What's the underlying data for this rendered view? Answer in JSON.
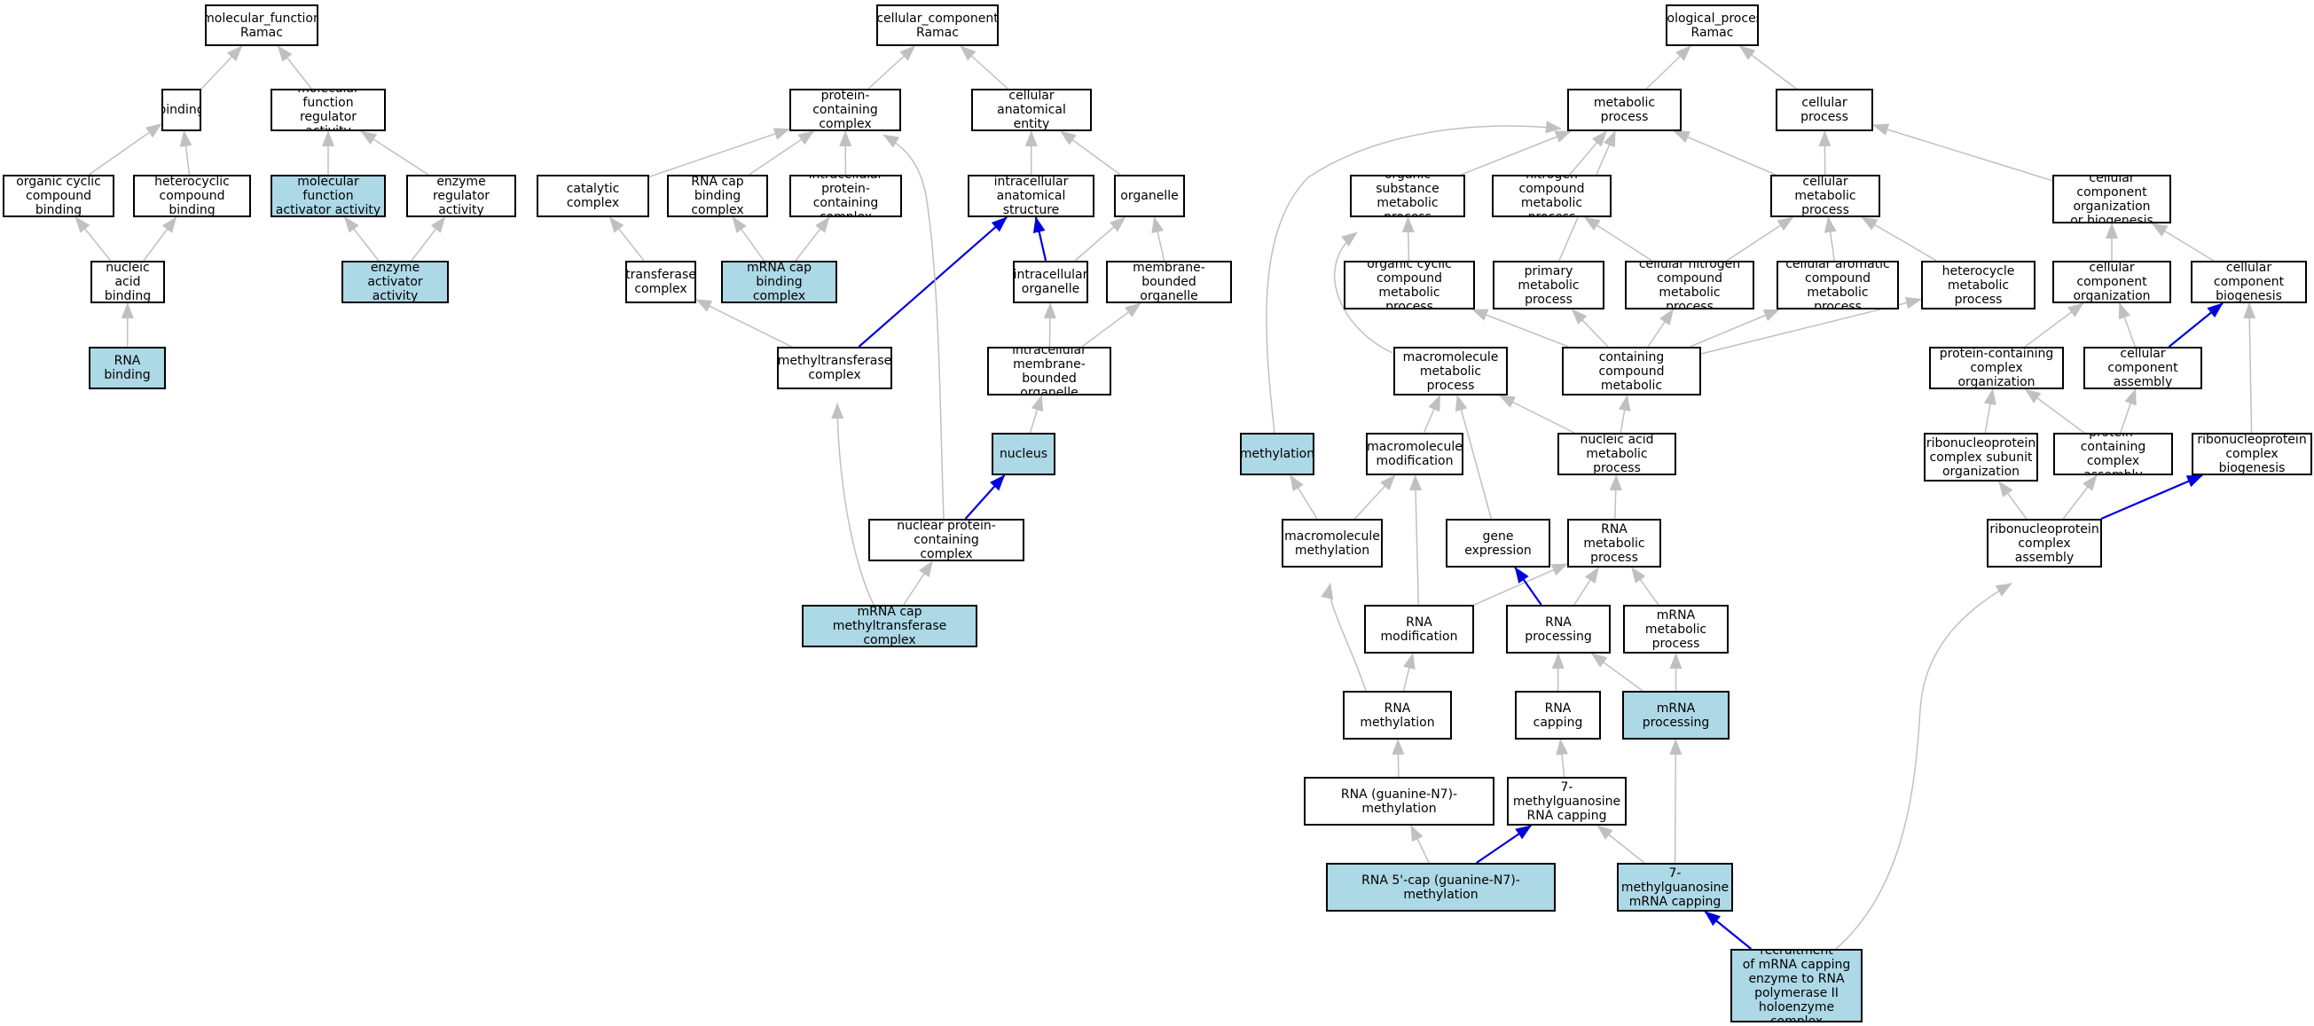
{
  "colors": {
    "highlight": "#add8e6",
    "edge_default": "#c0c0c0",
    "edge_blue": "#0000dd",
    "border": "#000000"
  },
  "nodes": [
    {
      "id": "mf_root",
      "label": "molecular_function\nRamac",
      "hl": false
    },
    {
      "id": "binding",
      "label": "binding",
      "hl": false
    },
    {
      "id": "mf_reg",
      "label": "molecular function\nregulator activity",
      "hl": false
    },
    {
      "id": "org_cyc_bind",
      "label": "organic cyclic\ncompound binding",
      "hl": false
    },
    {
      "id": "het_bind",
      "label": "heterocyclic\ncompound binding",
      "hl": false
    },
    {
      "id": "mf_act",
      "label": "molecular function\nactivator activity",
      "hl": true
    },
    {
      "id": "enz_reg",
      "label": "enzyme regulator\nactivity",
      "hl": false
    },
    {
      "id": "na_bind",
      "label": "nucleic acid\nbinding",
      "hl": false
    },
    {
      "id": "enz_act",
      "label": "enzyme activator\nactivity",
      "hl": true
    },
    {
      "id": "rna_bind",
      "label": "RNA binding",
      "hl": true
    },
    {
      "id": "cc_root",
      "label": "cellular_component\nRamac",
      "hl": false
    },
    {
      "id": "pcc",
      "label": "protein-containing\ncomplex",
      "hl": false
    },
    {
      "id": "cae",
      "label": "cellular anatomical\nentity",
      "hl": false
    },
    {
      "id": "cat_cx",
      "label": "catalytic complex",
      "hl": false
    },
    {
      "id": "rcb_cx",
      "label": "RNA cap binding\ncomplex",
      "hl": false
    },
    {
      "id": "ipcc",
      "label": "intracellular\nprotein-containing\ncomplex",
      "hl": false
    },
    {
      "id": "ias",
      "label": "intracellular\nanatomical structure",
      "hl": false
    },
    {
      "id": "organelle",
      "label": "organelle",
      "hl": false
    },
    {
      "id": "trans_cx",
      "label": "transferase\ncomplex",
      "hl": false
    },
    {
      "id": "mcb_cx",
      "label": "mRNA cap binding\ncomplex",
      "hl": true
    },
    {
      "id": "ic_org",
      "label": "intracellular\norganelle",
      "hl": false
    },
    {
      "id": "mb_org",
      "label": "membrane-bounded\norganelle",
      "hl": false
    },
    {
      "id": "mt_cx",
      "label": "methyltransferase\ncomplex",
      "hl": false
    },
    {
      "id": "imb_org",
      "label": "intracellular\nmembrane-bounded\norganelle",
      "hl": false
    },
    {
      "id": "nucleus",
      "label": "nucleus",
      "hl": true
    },
    {
      "id": "npcc",
      "label": "nuclear protein-containing\ncomplex",
      "hl": false
    },
    {
      "id": "mcmt_cx",
      "label": "mRNA cap methyltransferase\ncomplex",
      "hl": true
    },
    {
      "id": "bp_root",
      "label": "biological_process\nRamac",
      "hl": false
    },
    {
      "id": "met_proc",
      "label": "metabolic process",
      "hl": false
    },
    {
      "id": "cell_proc",
      "label": "cellular process",
      "hl": false
    },
    {
      "id": "org_sub",
      "label": "organic substance\nmetabolic process",
      "hl": false
    },
    {
      "id": "n_comp",
      "label": "nitrogen compound\nmetabolic process",
      "hl": false
    },
    {
      "id": "cell_met",
      "label": "cellular metabolic\nprocess",
      "hl": false
    },
    {
      "id": "ccob",
      "label": "cellular component\norganization\nor biogenesis",
      "hl": false
    },
    {
      "id": "org_cyc_met",
      "label": "organic cyclic\ncompound metabolic\nprocess",
      "hl": false
    },
    {
      "id": "prim_met",
      "label": "primary metabolic\nprocess",
      "hl": false
    },
    {
      "id": "cell_n_met",
      "label": "cellular nitrogen\ncompound metabolic\nprocess",
      "hl": false
    },
    {
      "id": "cell_arom",
      "label": "cellular aromatic\ncompound metabolic\nprocess",
      "hl": false
    },
    {
      "id": "het_met",
      "label": "heterocycle\nmetabolic process",
      "hl": false
    },
    {
      "id": "cc_org",
      "label": "cellular component\norganization",
      "hl": false
    },
    {
      "id": "cc_bio",
      "label": "cellular component\nbiogenesis",
      "hl": false
    },
    {
      "id": "macro_met",
      "label": "macromolecule\nmetabolic process",
      "hl": false
    },
    {
      "id": "nbc_met",
      "label": "nucleobase-containing\ncompound metabolic\nprocess",
      "hl": false
    },
    {
      "id": "pc_org",
      "label": "protein-containing\ncomplex organization",
      "hl": false
    },
    {
      "id": "cc_asm",
      "label": "cellular component\nassembly",
      "hl": false
    },
    {
      "id": "methylation",
      "label": "methylation",
      "hl": true
    },
    {
      "id": "macro_mod",
      "label": "macromolecule\nmodification",
      "hl": false
    },
    {
      "id": "na_met",
      "label": "nucleic acid\nmetabolic process",
      "hl": false
    },
    {
      "id": "rnp_sub",
      "label": "ribonucleoprotein\ncomplex subunit\norganization",
      "hl": false
    },
    {
      "id": "pc_asm",
      "label": "protein-containing\ncomplex assembly",
      "hl": false
    },
    {
      "id": "rnp_bio",
      "label": "ribonucleoprotein\ncomplex biogenesis",
      "hl": false
    },
    {
      "id": "macro_meth",
      "label": "macromolecule\nmethylation",
      "hl": false
    },
    {
      "id": "gene_exp",
      "label": "gene expression",
      "hl": false
    },
    {
      "id": "rna_met",
      "label": "RNA metabolic\nprocess",
      "hl": false
    },
    {
      "id": "rnp_asm",
      "label": "ribonucleoprotein\ncomplex assembly",
      "hl": false
    },
    {
      "id": "rna_mod",
      "label": "RNA modification",
      "hl": false
    },
    {
      "id": "rna_proc",
      "label": "RNA processing",
      "hl": false
    },
    {
      "id": "mrna_met",
      "label": "mRNA metabolic\nprocess",
      "hl": false
    },
    {
      "id": "rna_meth",
      "label": "RNA methylation",
      "hl": false
    },
    {
      "id": "rna_cap",
      "label": "RNA capping",
      "hl": false
    },
    {
      "id": "mrna_proc",
      "label": "mRNA processing",
      "hl": true
    },
    {
      "id": "rna_g_n7",
      "label": "RNA (guanine-N7)-methylation",
      "hl": false
    },
    {
      "id": "mg_rna_cap",
      "label": "7-methylguanosine\nRNA capping",
      "hl": false
    },
    {
      "id": "rna5_cap",
      "label": "RNA 5'-cap (guanine-N7)-methylation",
      "hl": true
    },
    {
      "id": "mg_mrna_cap",
      "label": "7-methylguanosine\nmRNA capping",
      "hl": true
    },
    {
      "id": "recruit",
      "label": "recruitment\nof mRNA capping\nenzyme to RNA\npolymerase II\nholoenzyme complex",
      "hl": true
    }
  ],
  "edges": [
    {
      "from": "binding",
      "to": "mf_root",
      "blue": false
    },
    {
      "from": "mf_reg",
      "to": "mf_root",
      "blue": false
    },
    {
      "from": "org_cyc_bind",
      "to": "binding",
      "blue": false
    },
    {
      "from": "het_bind",
      "to": "binding",
      "blue": false
    },
    {
      "from": "mf_act",
      "to": "mf_reg",
      "blue": false
    },
    {
      "from": "enz_reg",
      "to": "mf_reg",
      "blue": false
    },
    {
      "from": "na_bind",
      "to": "org_cyc_bind",
      "blue": false
    },
    {
      "from": "na_bind",
      "to": "het_bind",
      "blue": false
    },
    {
      "from": "enz_act",
      "to": "mf_act",
      "blue": false
    },
    {
      "from": "enz_act",
      "to": "enz_reg",
      "blue": false
    },
    {
      "from": "rna_bind",
      "to": "na_bind",
      "blue": false
    },
    {
      "from": "pcc",
      "to": "cc_root",
      "blue": false
    },
    {
      "from": "cae",
      "to": "cc_root",
      "blue": false
    },
    {
      "from": "cat_cx",
      "to": "pcc",
      "blue": false
    },
    {
      "from": "rcb_cx",
      "to": "pcc",
      "blue": false
    },
    {
      "from": "ipcc",
      "to": "pcc",
      "blue": false
    },
    {
      "from": "ias",
      "to": "cae",
      "blue": false
    },
    {
      "from": "organelle",
      "to": "cae",
      "blue": false
    },
    {
      "from": "trans_cx",
      "to": "cat_cx",
      "blue": false
    },
    {
      "from": "mcb_cx",
      "to": "rcb_cx",
      "blue": false
    },
    {
      "from": "mcb_cx",
      "to": "ipcc",
      "blue": false
    },
    {
      "from": "ic_org",
      "to": "ias",
      "blue": true
    },
    {
      "from": "ic_org",
      "to": "organelle",
      "blue": false
    },
    {
      "from": "mb_org",
      "to": "organelle",
      "blue": false
    },
    {
      "from": "mt_cx",
      "to": "trans_cx",
      "blue": false
    },
    {
      "from": "mt_cx",
      "to": "ias",
      "blue": true
    },
    {
      "from": "imb_org",
      "to": "ic_org",
      "blue": false
    },
    {
      "from": "imb_org",
      "to": "mb_org",
      "blue": false
    },
    {
      "from": "nucleus",
      "to": "imb_org",
      "blue": false
    },
    {
      "from": "npcc",
      "to": "nucleus",
      "blue": true
    },
    {
      "from": "npcc",
      "to": "pcc",
      "blue": false,
      "curve": "npcc_pcc"
    },
    {
      "from": "mcmt_cx",
      "to": "npcc",
      "blue": false
    },
    {
      "from": "mcmt_cx",
      "to": "mt_cx",
      "blue": false,
      "curve": "mcmt_mt"
    },
    {
      "from": "met_proc",
      "to": "bp_root",
      "blue": false
    },
    {
      "from": "cell_proc",
      "to": "bp_root",
      "blue": false
    },
    {
      "from": "org_sub",
      "to": "met_proc",
      "blue": false
    },
    {
      "from": "n_comp",
      "to": "met_proc",
      "blue": false
    },
    {
      "from": "cell_met",
      "to": "met_proc",
      "blue": false
    },
    {
      "from": "cell_met",
      "to": "cell_proc",
      "blue": false
    },
    {
      "from": "ccob",
      "to": "cell_proc",
      "blue": false
    },
    {
      "from": "prim_met",
      "to": "met_proc",
      "blue": false
    },
    {
      "from": "methylation",
      "to": "met_proc",
      "blue": false,
      "curve": "meth_met"
    },
    {
      "from": "org_cyc_met",
      "to": "org_sub",
      "blue": false
    },
    {
      "from": "cell_n_met",
      "to": "n_comp",
      "blue": false
    },
    {
      "from": "cell_n_met",
      "to": "cell_met",
      "blue": false
    },
    {
      "from": "cell_arom",
      "to": "cell_met",
      "blue": false
    },
    {
      "from": "het_met",
      "to": "cell_met",
      "blue": false
    },
    {
      "from": "cc_org",
      "to": "ccob",
      "blue": false
    },
    {
      "from": "cc_bio",
      "to": "ccob",
      "blue": false
    },
    {
      "from": "macro_met",
      "to": "org_sub",
      "blue": false,
      "curve": "macro_orgsub"
    },
    {
      "from": "nbc_met",
      "to": "org_cyc_met",
      "blue": false
    },
    {
      "from": "nbc_met",
      "to": "prim_met",
      "blue": false
    },
    {
      "from": "nbc_met",
      "to": "cell_n_met",
      "blue": false
    },
    {
      "from": "nbc_met",
      "to": "cell_arom",
      "blue": false
    },
    {
      "from": "nbc_met",
      "to": "het_met",
      "blue": false
    },
    {
      "from": "pc_org",
      "to": "cc_org",
      "blue": false
    },
    {
      "from": "cc_asm",
      "to": "cc_org",
      "blue": false
    },
    {
      "from": "cc_asm",
      "to": "cc_bio",
      "blue": true
    },
    {
      "from": "macro_mod",
      "to": "macro_met",
      "blue": false
    },
    {
      "from": "na_met",
      "to": "macro_met",
      "blue": false
    },
    {
      "from": "na_met",
      "to": "nbc_met",
      "blue": false
    },
    {
      "from": "rnp_sub",
      "to": "pc_org",
      "blue": false
    },
    {
      "from": "pc_asm",
      "to": "pc_org",
      "blue": false
    },
    {
      "from": "pc_asm",
      "to": "cc_asm",
      "blue": false
    },
    {
      "from": "rnp_bio",
      "to": "cc_bio",
      "blue": false
    },
    {
      "from": "macro_meth",
      "to": "methylation",
      "blue": false
    },
    {
      "from": "macro_meth",
      "to": "macro_mod",
      "blue": false
    },
    {
      "from": "gene_exp",
      "to": "macro_met",
      "blue": false
    },
    {
      "from": "rna_met",
      "to": "na_met",
      "blue": false
    },
    {
      "from": "rnp_asm",
      "to": "rnp_sub",
      "blue": false
    },
    {
      "from": "rnp_asm",
      "to": "pc_asm",
      "blue": false
    },
    {
      "from": "rnp_asm",
      "to": "rnp_bio",
      "blue": true
    },
    {
      "from": "rna_mod",
      "to": "macro_mod",
      "blue": false
    },
    {
      "from": "rna_mod",
      "to": "rna_met",
      "blue": false
    },
    {
      "from": "rna_proc",
      "to": "gene_exp",
      "blue": true
    },
    {
      "from": "rna_proc",
      "to": "rna_met",
      "blue": false
    },
    {
      "from": "mrna_met",
      "to": "rna_met",
      "blue": false
    },
    {
      "from": "rna_meth",
      "to": "macro_meth",
      "blue": false,
      "curve": "rnameth_macro"
    },
    {
      "from": "rna_meth",
      "to": "rna_mod",
      "blue": false
    },
    {
      "from": "rna_cap",
      "to": "rna_proc",
      "blue": false
    },
    {
      "from": "mrna_proc",
      "to": "rna_proc",
      "blue": false
    },
    {
      "from": "mrna_proc",
      "to": "mrna_met",
      "blue": false
    },
    {
      "from": "rna_g_n7",
      "to": "rna_meth",
      "blue": false
    },
    {
      "from": "mg_rna_cap",
      "to": "rna_cap",
      "blue": false
    },
    {
      "from": "rna5_cap",
      "to": "rna_g_n7",
      "blue": false
    },
    {
      "from": "rna5_cap",
      "to": "mg_rna_cap",
      "blue": true
    },
    {
      "from": "mg_mrna_cap",
      "to": "mg_rna_cap",
      "blue": false
    },
    {
      "from": "mg_mrna_cap",
      "to": "mrna_proc",
      "blue": false
    },
    {
      "from": "recruit",
      "to": "mg_mrna_cap",
      "blue": true
    },
    {
      "from": "recruit",
      "to": "rnp_asm",
      "blue": false,
      "curve": "recruit_rnp"
    }
  ]
}
